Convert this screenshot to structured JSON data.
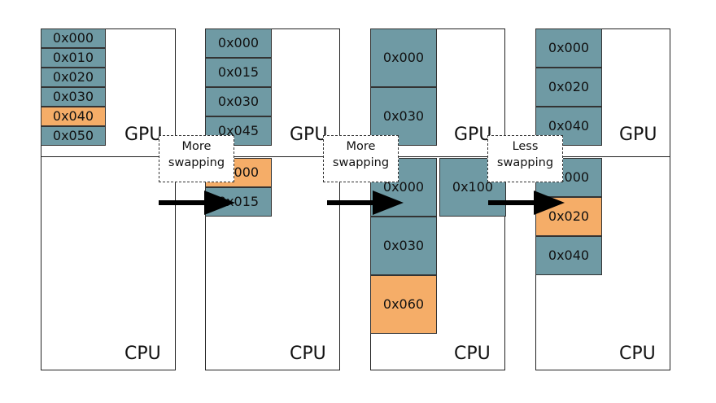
{
  "labels": {
    "gpu": "GPU",
    "cpu": "CPU"
  },
  "colors": {
    "resident": "#6f9aa4",
    "swapped": "#f5ad68"
  },
  "panels": [
    {
      "gpu_blocks": [
        "0x000",
        "0x010",
        "0x020",
        "0x030",
        "0x040",
        "0x050"
      ],
      "cpu_blocks": []
    },
    {
      "gpu_blocks": [
        "0x000",
        "0x015",
        "0x030",
        "0x045"
      ],
      "cpu_blocks": [
        "0x000",
        "0x015"
      ]
    },
    {
      "gpu_blocks": [
        "0x000",
        "0x030"
      ],
      "cpu_blocks": [
        "0x000",
        "0x030",
        "0x060",
        "0x100"
      ]
    },
    {
      "gpu_blocks": [
        "0x000",
        "0x020",
        "0x040"
      ],
      "cpu_blocks": [
        "0x000",
        "0x020",
        "0x040"
      ]
    }
  ],
  "transitions": [
    {
      "line1": "More",
      "line2": "swapping"
    },
    {
      "line1": "More",
      "line2": "swapping"
    },
    {
      "line1": "Less",
      "line2": "swapping"
    }
  ]
}
